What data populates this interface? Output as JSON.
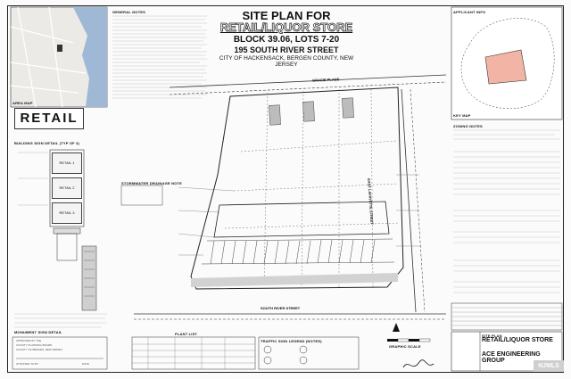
{
  "title": {
    "line1": "SITE PLAN FOR",
    "line2": "RETAIL/LIQUOR STORE",
    "line3": "BLOCK 39.06, LOTS 7-20",
    "line4": "195 SOUTH RIVER STREET",
    "line5": "CITY OF HACKENSACK, BERGEN COUNTY, NEW JERSEY"
  },
  "sections": {
    "general_notes": "GENERAL NOTES",
    "applicant_info": "APPLICANT INFO",
    "area_map": "AREA MAP",
    "key_map": "KEY MAP",
    "zoning_notes": "ZONING NOTES",
    "stormwater": "STORMWATER DRAINAGE NOTE",
    "building_sign": "BUILDING SIGN DETAIL (TYP OF 3)",
    "monument_sign": "MONUMENT SIGN DETAIL",
    "plant_list": "PLANT LIST",
    "traffic_legend": "TRAFFIC SIGN LEGEND (NOTES)",
    "graphic_scale": "GRAPHIC SCALE"
  },
  "sign": {
    "label": "RETAIL",
    "panels": [
      "RETAIL 1",
      "RETAIL 2",
      "RETAIL 3"
    ]
  },
  "streets": {
    "gracie": "GRACIE PLACE",
    "river": "SOUTH RIVER STREET",
    "lafayette": "EAST LAFAYETTE STREET"
  },
  "approval": {
    "line1": "APPROVED BY THE",
    "line2": "COUNTY PLANNING BOARD",
    "line3": "COUNTY OF BERGEN, NEW JERSEY",
    "attested": "ATTESTED TO BY",
    "date": "DATE"
  },
  "title_block": {
    "sheet": "SITE PLAN",
    "project": "RETAIL/LIQUOR STORE",
    "firm": "ACE ENGINEERING GROUP"
  },
  "watermark": "NJMLS",
  "colors": {
    "lot_fill": "#f2b5a5",
    "line": "#222222"
  }
}
